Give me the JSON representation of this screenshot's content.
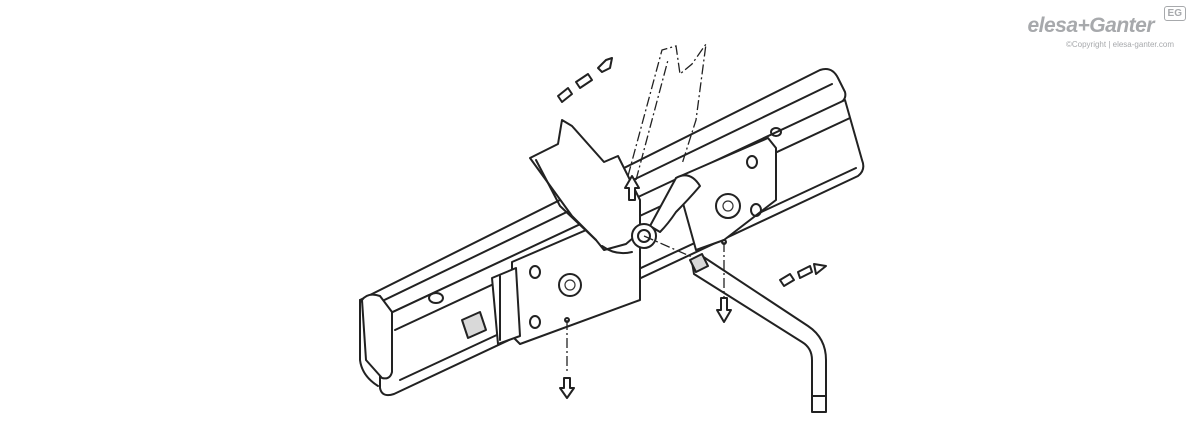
{
  "logo": {
    "brand": "elesa+Ganter",
    "badge": "EG",
    "copyright": "©Copyright | elesa-ganter.com"
  }
}
